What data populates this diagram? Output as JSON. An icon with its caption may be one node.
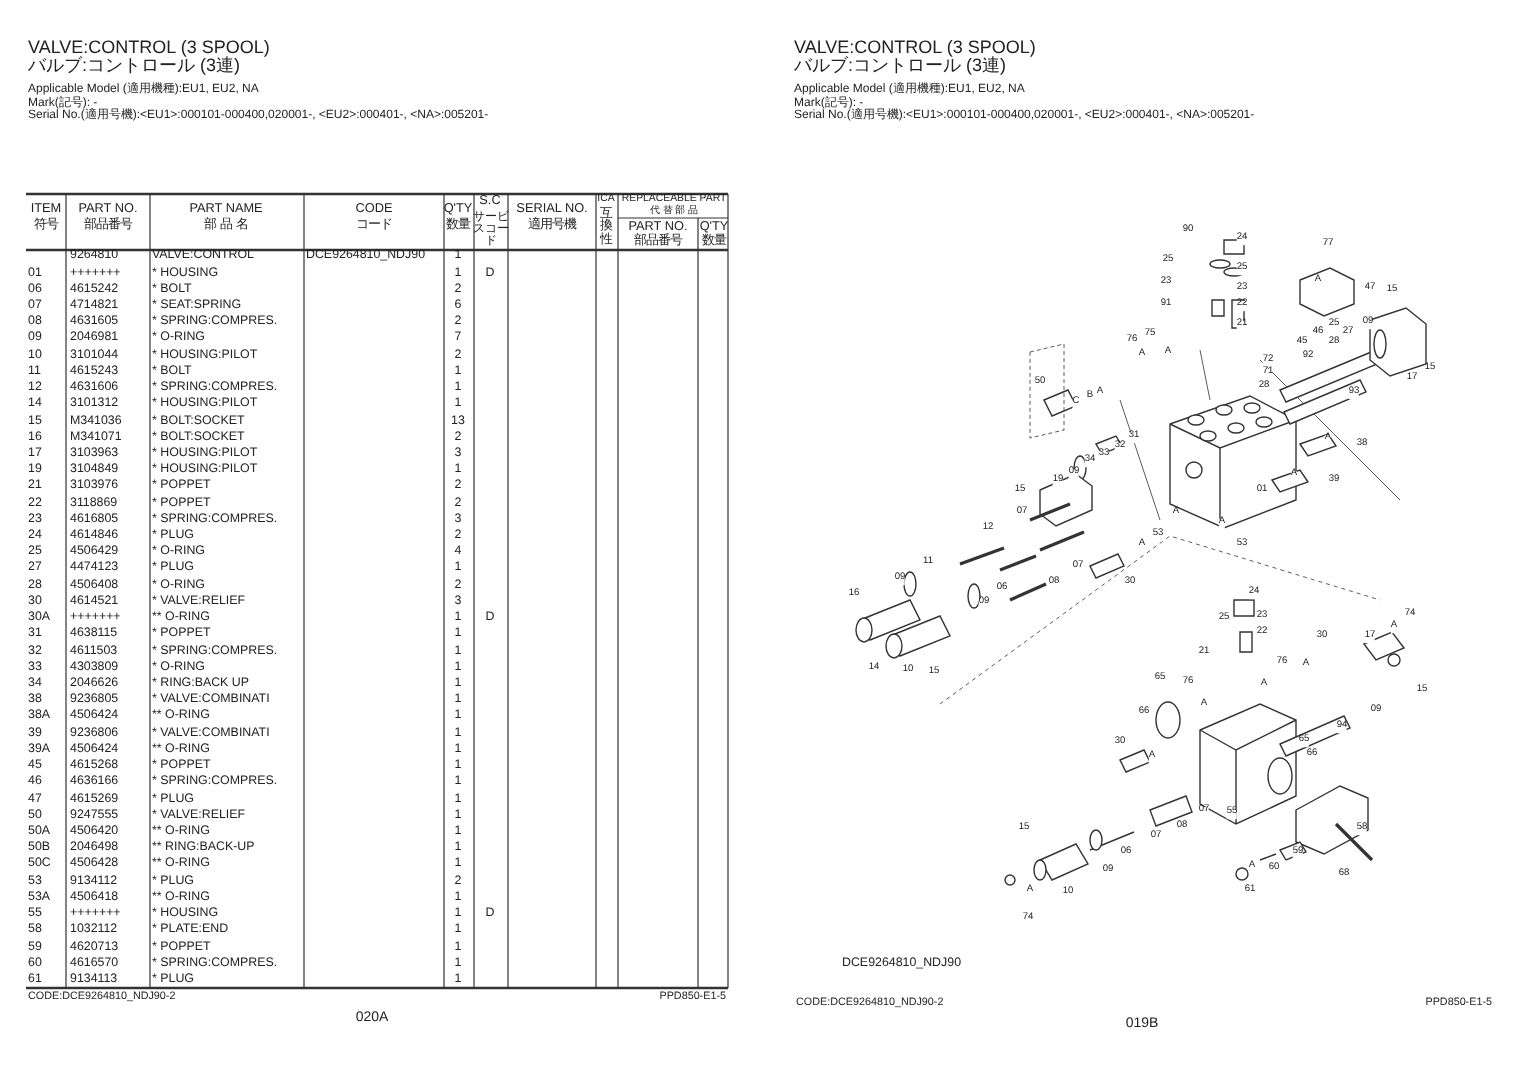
{
  "diagram": {
    "labels": [
      "VALVE:CONTROL (3 SPOOL)",
      "バルブ:コントロール (3連)",
      "Applicable Model (適用機種):EU1, EU2, NA",
      "Mark(記号): -",
      "Serial No.(適用号機):<EU1>:000101-000400,020001-, <EU2>:000401-, <NA>:005201-",
      "ITEM",
      "符号",
      "PART NO.",
      "部品番号",
      "PART NAME",
      "部 品 名",
      "CODE",
      "コード",
      "Q'TY",
      "数量",
      "S.C",
      "サービスコード",
      "SERIAL NO.",
      "適用号機",
      "ICA",
      "互換性",
      "REPLACEABLE PART",
      "代 替 部 品",
      "PART NO.",
      "部品番号",
      "Q'TY",
      "数量",
      "9264810",
      "VALVE:CONTROL",
      "DCE9264810_NDJ90",
      "1",
      "01",
      "+++++++",
      "* HOUSING",
      "1",
      "D",
      "06",
      "4615242",
      "* BOLT",
      "2",
      "07",
      "4714821",
      "* SEAT:SPRING",
      "6",
      "08",
      "4631605",
      "* SPRING:COMPRES.",
      "2",
      "09",
      "2046981",
      "* O-RING",
      "7",
      "10",
      "3101044",
      "* HOUSING:PILOT",
      "2",
      "11",
      "4615243",
      "* BOLT",
      "1",
      "12",
      "4631606",
      "* SPRING:COMPRES.",
      "1",
      "14",
      "3101312",
      "* HOUSING:PILOT",
      "1",
      "15",
      "M341036",
      "* BOLT:SOCKET",
      "13",
      "16",
      "M341071",
      "* BOLT:SOCKET",
      "2",
      "17",
      "3103963",
      "* HOUSING:PILOT",
      "3",
      "19",
      "3104849",
      "* HOUSING:PILOT",
      "1",
      "21",
      "3103976",
      "* POPPET",
      "2",
      "22",
      "3118869",
      "* POPPET",
      "2",
      "23",
      "4616805",
      "* SPRING:COMPRES.",
      "3",
      "24",
      "4614846",
      "* PLUG",
      "2",
      "25",
      "4506429",
      "* O-RING",
      "4",
      "27",
      "4474123",
      "* PLUG",
      "1",
      "28",
      "4506408",
      "* O-RING",
      "2",
      "30",
      "4614521",
      "* VALVE:RELIEF",
      "3",
      "30A",
      "+++++++",
      "** O-RING",
      "1",
      "D",
      "31",
      "4638115",
      "* POPPET",
      "1",
      "32",
      "4611503",
      "* SPRING:COMPRES.",
      "1",
      "33",
      "4303809",
      "* O-RING",
      "1",
      "34",
      "2046626",
      "* RING:BACK UP",
      "1",
      "38",
      "9236805",
      "* VALVE:COMBINATI",
      "1",
      "38A",
      "4506424",
      "** O-RING",
      "1",
      "39",
      "9236806",
      "* VALVE:COMBINATI",
      "1",
      "39A",
      "4506424",
      "** O-RING",
      "1",
      "45",
      "4615268",
      "* POPPET",
      "1",
      "46",
      "4636166",
      "* SPRING:COMPRES.",
      "1",
      "47",
      "4615269",
      "* PLUG",
      "1",
      "50",
      "9247555",
      "* VALVE:RELIEF",
      "1",
      "50A",
      "4506420",
      "** O-RING",
      "1",
      "50B",
      "2046498",
      "** RING:BACK-UP",
      "1",
      "50C",
      "4506428",
      "** O-RING",
      "1",
      "53",
      "9134112",
      "* PLUG",
      "2",
      "53A",
      "4506418",
      "** O-RING",
      "1",
      "55",
      "+++++++",
      "* HOUSING",
      "1",
      "D",
      "58",
      "1032112",
      "* PLATE:END",
      "1",
      "59",
      "4620713",
      "* POPPET",
      "1",
      "60",
      "4616570",
      "* SPRING:COMPRES.",
      "1",
      "61",
      "9134113",
      "* PLUG",
      "1",
      "CODE:DCE9264810_NDJ90-2",
      "PPD850-E1-5",
      "020A",
      "VALVE:CONTROL (3 SPOOL)",
      "バルブ:コントロール (3連)",
      "Applicable Model (適用機種):EU1, EU2, NA",
      "Mark(記号): -",
      "Serial No.(適用号機):<EU1>:000101-000400,020001-, <EU2>:000401-, <NA>:005201-",
      "90",
      "24",
      "25",
      "25",
      "23",
      "23",
      "91",
      "22",
      "21",
      "77",
      "A",
      "47",
      "15",
      "76",
      "75",
      "A",
      "A",
      "45",
      "46",
      "25",
      "28",
      "27",
      "92",
      "09",
      "17",
      "15",
      "72",
      "71",
      "28",
      "93",
      "50",
      "C",
      "B",
      "A",
      "38",
      "A",
      "39",
      "A",
      "31",
      "32",
      "33",
      "34",
      "09",
      "19",
      "15",
      "01",
      "A",
      "A",
      "A",
      "53",
      "53",
      "30",
      "07",
      "12",
      "07",
      "08",
      "11",
      "06",
      "09",
      "09",
      "16",
      "14",
      "10",
      "15",
      "24",
      "25",
      "23",
      "22",
      "30",
      "17",
      "74",
      "A",
      "A",
      "21",
      "76",
      "76",
      "A",
      "A",
      "65",
      "66",
      "15",
      "09",
      "94",
      "65",
      "66",
      "30",
      "A",
      "07",
      "55",
      "08",
      "07",
      "06",
      "09",
      "15",
      "A",
      "10",
      "74",
      "58",
      "59",
      "A",
      "60",
      "61",
      "68",
      "DCE9264810_NDJ90",
      "CODE:DCE9264810_NDJ90-2",
      "PPD850-E1-5",
      "019B"
    ]
  }
}
